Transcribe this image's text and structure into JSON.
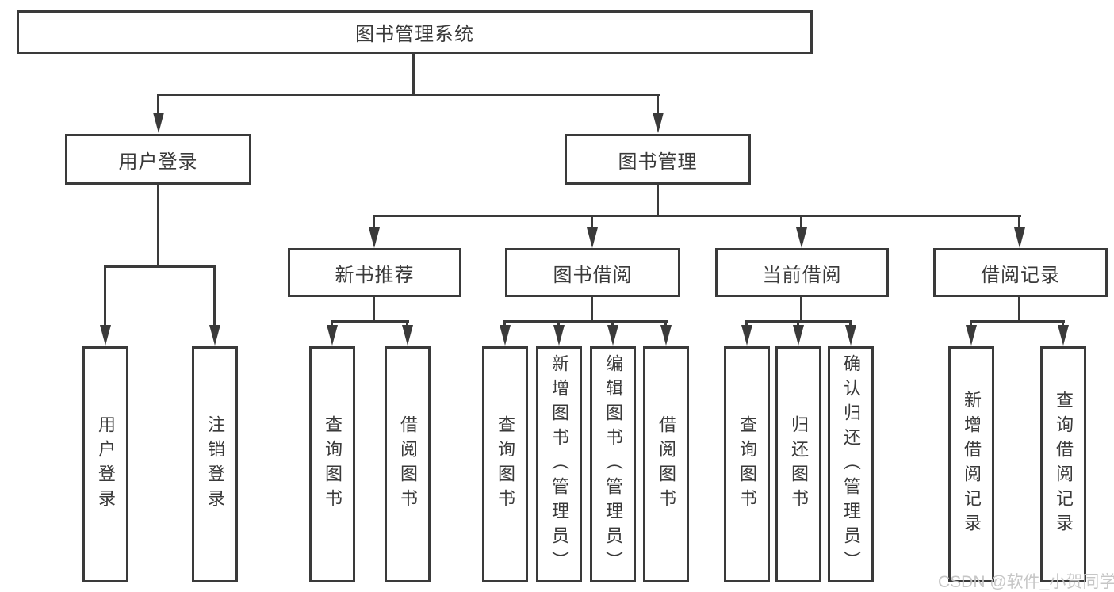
{
  "root": {
    "label": "图书管理系统"
  },
  "branches": {
    "user_login": {
      "label": "用户登录",
      "children": {
        "login": "用户登录",
        "logout": "注销登录"
      }
    },
    "book_management": {
      "label": "图书管理",
      "sections": {
        "new_book_recommend": {
          "label": "新书推荐",
          "children": {
            "query_books": "查询图书",
            "borrow_books": "借阅图书"
          }
        },
        "book_borrowing": {
          "label": "图书借阅",
          "children": {
            "query_books": "查询图书",
            "add_books": "新增图书（管理员）",
            "edit_books": "编辑图书（管理员）",
            "borrow_books": "借阅图书"
          }
        },
        "current_borrowing": {
          "label": "当前借阅",
          "children": {
            "query_books": "查询图书",
            "return_books": "归还图书",
            "confirm_return": "确认归还（管理员）"
          }
        },
        "borrowing_records": {
          "label": "借阅记录",
          "children": {
            "add_record": "新增借阅记录",
            "query_record": "查询借阅记录"
          }
        }
      }
    }
  },
  "watermark": "CSDN @软件_小贺同学",
  "colors": {
    "line": "#3a3a3a",
    "text": "#3a3a3a",
    "watermark": "#c3c3c3",
    "background": "#ffffff"
  }
}
